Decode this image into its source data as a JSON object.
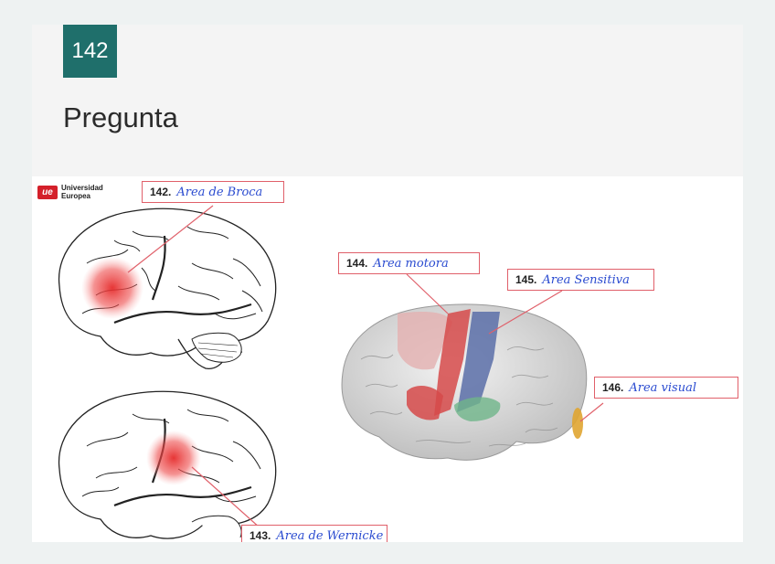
{
  "question": {
    "number": "142",
    "heading": "Pregunta"
  },
  "figure": {
    "logo": {
      "mark": "ue",
      "line1": "Universidad",
      "line2": "Europea"
    },
    "labels": [
      {
        "number": "142.",
        "text": "Area de Broca"
      },
      {
        "number": "143.",
        "text": "Area de Wernicke"
      },
      {
        "number": "144.",
        "text": "Area motora"
      },
      {
        "number": "145.",
        "text": "Area Sensitiva"
      },
      {
        "number": "146.",
        "text": "Area visual"
      }
    ],
    "colors": {
      "broca_wernicke_highlight": "#e52b2b",
      "motor_area": "#d64a4a",
      "sensory_area": "#5a6fa8",
      "auditory_area": "#6fb58a",
      "visual_area": "#e0a531",
      "label_border": "#e0606a",
      "handwriting": "#2a4bd0"
    }
  }
}
